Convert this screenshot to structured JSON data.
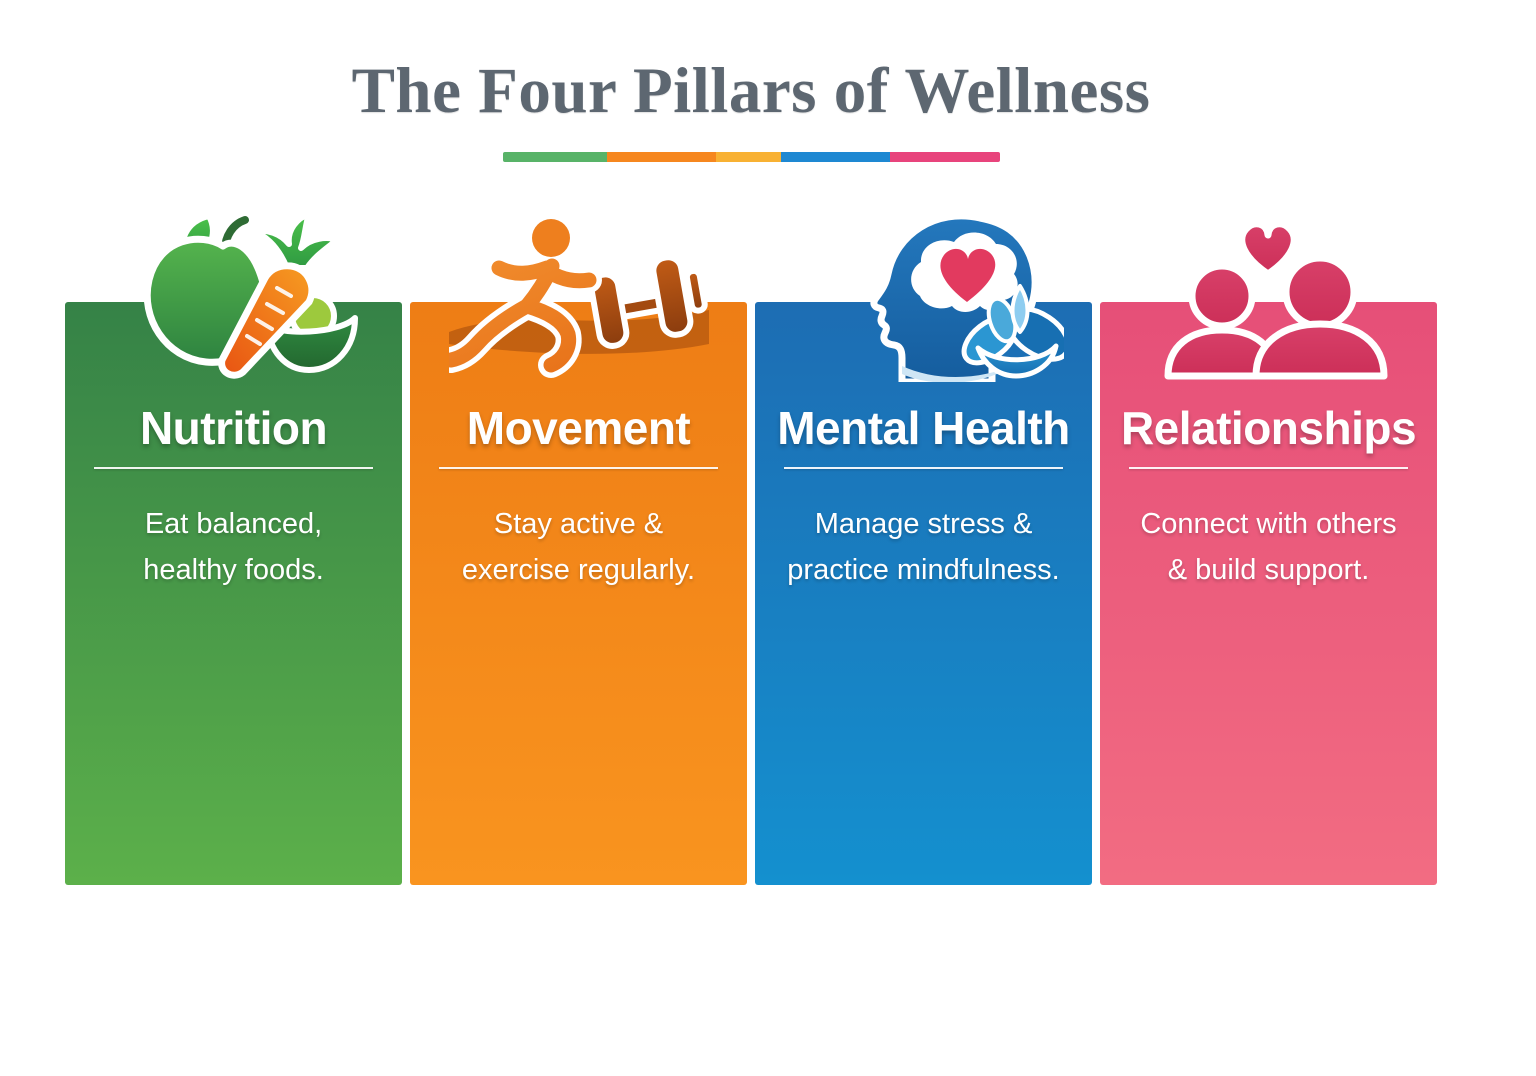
{
  "page": {
    "background": "#ffffff"
  },
  "header": {
    "title": "The Four Pillars of Wellness",
    "title_color": "#5d6771",
    "divider_segments": [
      {
        "color": "#58b368",
        "flex": 21
      },
      {
        "color": "#f6871f",
        "flex": 22
      },
      {
        "color": "#f8b133",
        "flex": 13
      },
      {
        "color": "#1e88d2",
        "flex": 22
      },
      {
        "color": "#e8447c",
        "flex": 22
      }
    ]
  },
  "pillars": [
    {
      "id": "nutrition",
      "label": "Nutrition",
      "description_line1": "Eat balanced,",
      "description_line2": "healthy foods.",
      "icon": "apple-carrot-bowl-icon",
      "color_top": "#358247",
      "color_bottom": "#5cb04a"
    },
    {
      "id": "movement",
      "label": "Movement",
      "description_line1": "Stay active &",
      "description_line2": "exercise regularly.",
      "icon": "runner-dumbbell-icon",
      "color_top": "#ee7d15",
      "color_bottom": "#f9941f"
    },
    {
      "id": "mental-health",
      "label": "Mental Health",
      "description_line1": "Manage stress &",
      "description_line2": "practice mindfulness.",
      "icon": "head-heart-lotus-icon",
      "color_top": "#1d6db3",
      "color_bottom": "#1490cf"
    },
    {
      "id": "relationships",
      "label": "Relationships",
      "description_line1": "Connect with others",
      "description_line2": "& build support.",
      "icon": "people-heart-icon",
      "color_top": "#e64f78",
      "color_bottom": "#f26c82"
    }
  ]
}
